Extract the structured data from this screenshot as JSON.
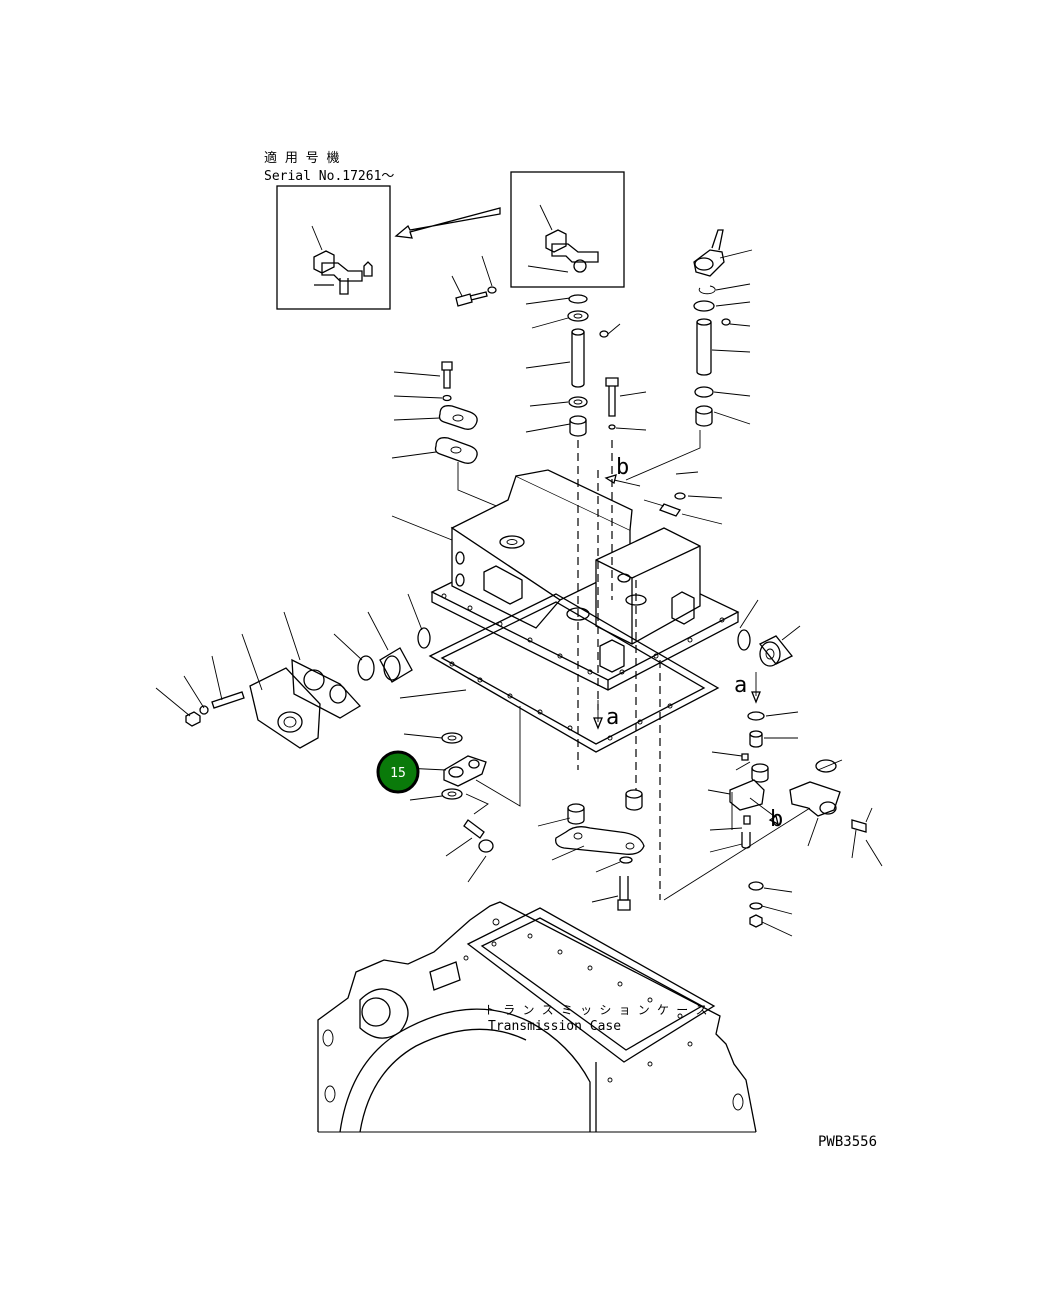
{
  "applicability": {
    "line1": "適 用 号 機",
    "line2": "Serial No.17261～"
  },
  "case_label": {
    "japanese": "ト ラ ン ス ミ ッ シ ョ ン ケ ー ス",
    "english": "Transmission Case"
  },
  "drawing_number": "PWB3556",
  "callout_arrows": [
    "a",
    "a",
    "b",
    "b"
  ],
  "highlighted_part": {
    "number": "15",
    "color": "#0a7a0a",
    "ring_color": "#000000"
  }
}
